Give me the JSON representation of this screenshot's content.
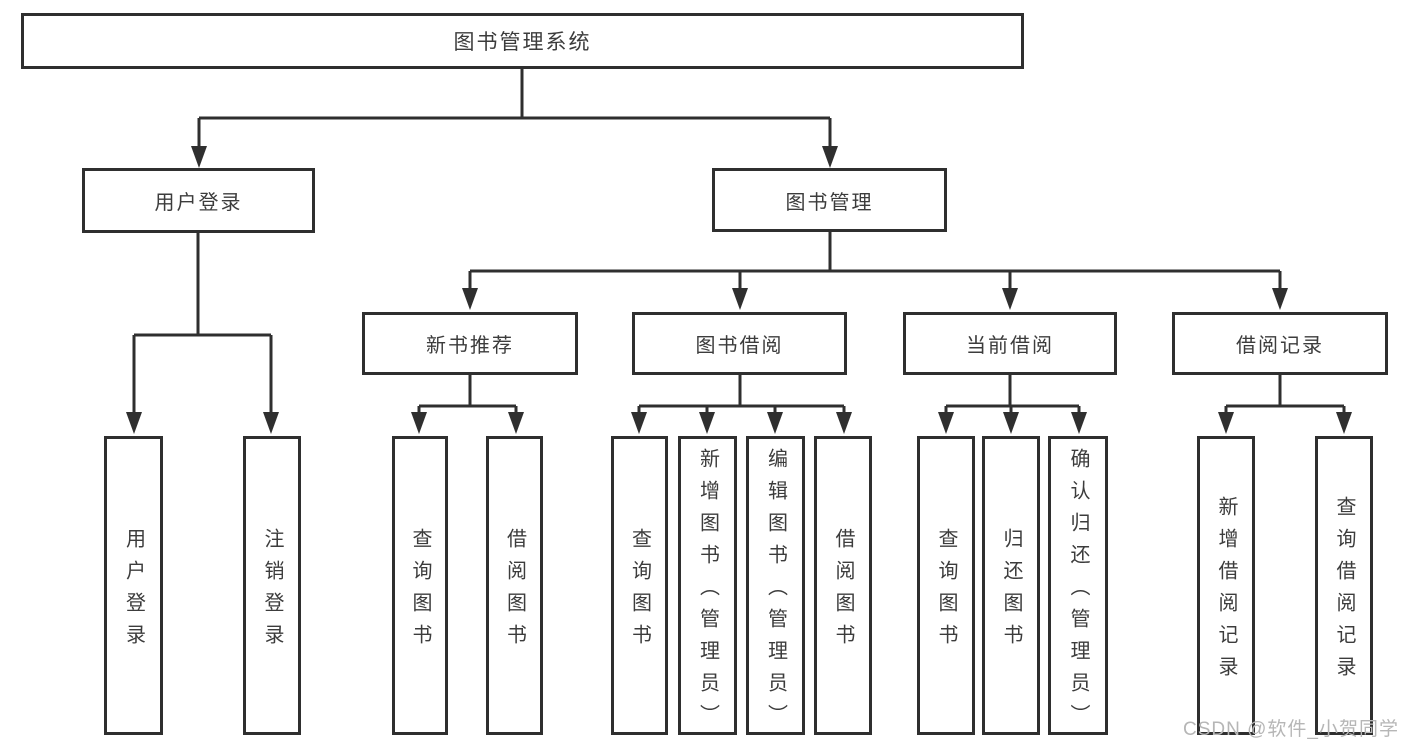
{
  "diagram": {
    "title": "图书管理系统",
    "level2": [
      "用户登录",
      "图书管理"
    ],
    "level3": [
      "新书推荐",
      "图书借阅",
      "当前借阅",
      "借阅记录"
    ],
    "leaves": {
      "user_login": [
        "用户登录",
        "注销登录"
      ],
      "new_book_recommend": [
        "查询图书",
        "借阅图书"
      ],
      "book_borrow": [
        "查询图书",
        "新增图书（管理员）",
        "编辑图书（管理员）",
        "借阅图书"
      ],
      "current_borrow": [
        "查询图书",
        "归还图书",
        "确认归还（管理员）"
      ],
      "borrow_records": [
        "新增借阅记录",
        "查询借阅记录"
      ]
    },
    "watermark": "CSDN @软件_小贺同学",
    "colors": {
      "border": "#2f2f2f",
      "text": "#3c3c3c",
      "watermark": "#b6b6b6",
      "background": "#ffffff"
    }
  }
}
